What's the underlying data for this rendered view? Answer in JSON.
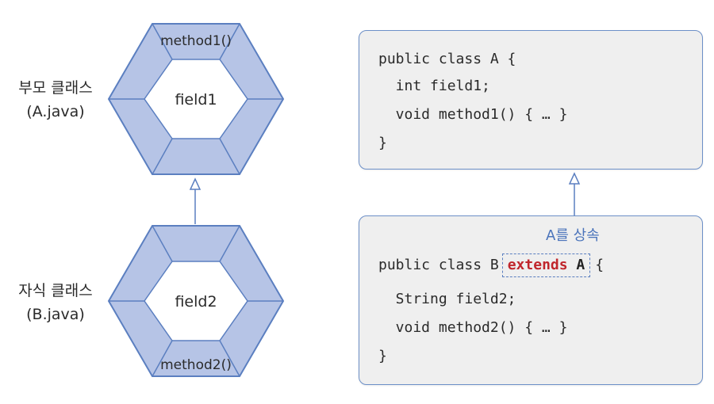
{
  "parent": {
    "label_line1": "부모 클래스",
    "label_line2": "(A.java)",
    "field": "field1",
    "method": "method1()"
  },
  "child": {
    "label_line1": "자식 클래스",
    "label_line2": "(B.java)",
    "field": "field2",
    "method": "method2()"
  },
  "code_a": {
    "lines": [
      "public class A {",
      "  int field1;",
      "  void method1() { … }",
      "}"
    ]
  },
  "code_b": {
    "line1_prefix": "public class B",
    "extends_keyword": "extends",
    "extends_target": "A",
    "line1_suffix": "{",
    "lines_rest": [
      "  String field2;",
      "  void method2() { … }",
      "}"
    ]
  },
  "inherit_label": "A를 상속",
  "colors": {
    "hex_fill": "#b6c4e6",
    "hex_stroke": "#5b7fc0",
    "arrow": "#5b7fc0",
    "box_border": "#6c8fc7",
    "box_bg": "#efefef",
    "extends": "#c0262c",
    "label_blue": "#4b74bb"
  }
}
